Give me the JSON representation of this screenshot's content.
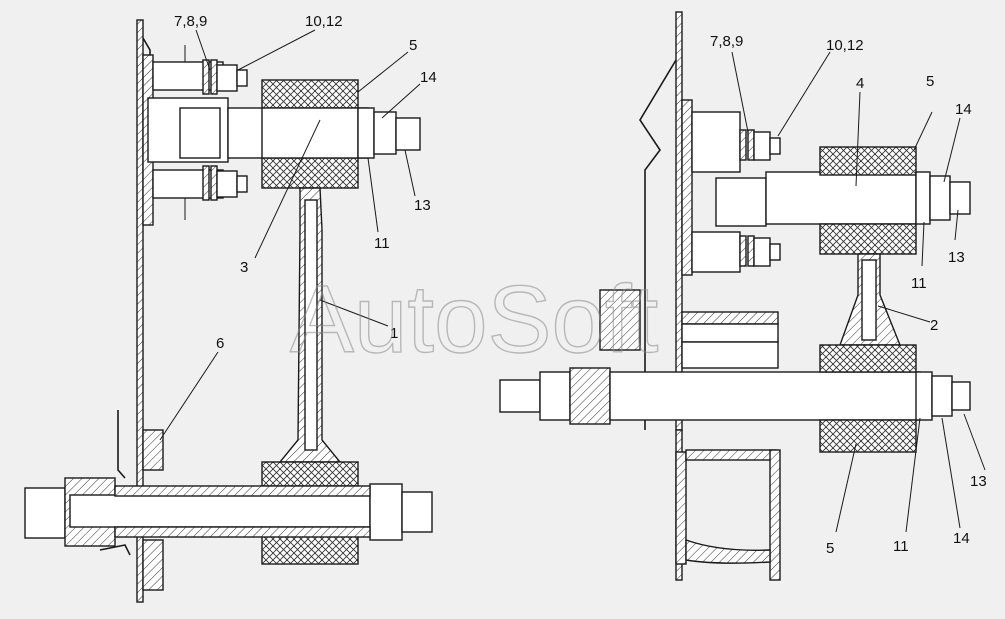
{
  "watermark": "AutoSoft",
  "left_view": {
    "labels": {
      "l1": "7,8,9",
      "l2": "10,12",
      "l3": "5",
      "l4": "14",
      "l5": "13",
      "l6": "11",
      "l7": "3",
      "l8": "1",
      "l9": "6"
    }
  },
  "right_view": {
    "labels": {
      "r1": "7,8,9",
      "r2": "10,12",
      "r3": "4",
      "r4": "5",
      "r5": "14",
      "r6": "13",
      "r7": "11",
      "r8": "2",
      "r9": "13",
      "r10": "14",
      "r11": "11",
      "r12": "5"
    }
  }
}
